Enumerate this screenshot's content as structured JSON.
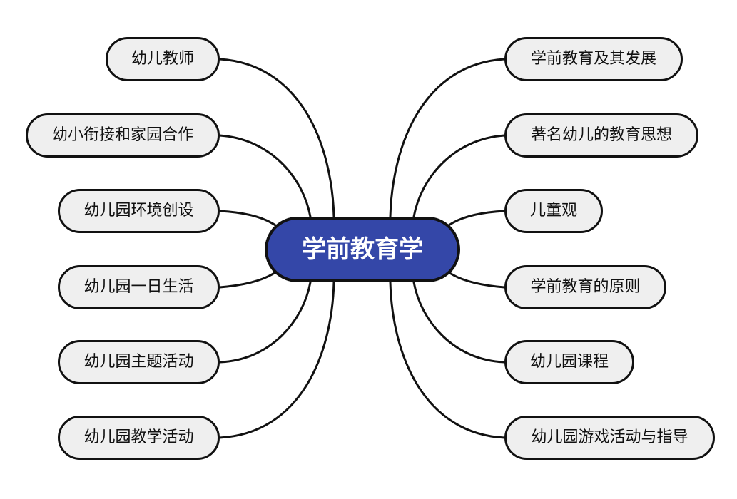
{
  "mindmap": {
    "root": "学前教育学",
    "left_topics": [
      "幼儿教师",
      "幼小衔接和家园合作",
      "幼儿园环境创设",
      "幼儿园一日生活",
      "幼儿园主题活动",
      "幼儿园教学活动"
    ],
    "right_topics": [
      "学前教育及其发展",
      "著名幼儿的教育思想",
      "儿童观",
      "学前教育的原则",
      "幼儿园课程",
      "幼儿园游戏活动与指导"
    ],
    "colors": {
      "root_fill": "#3447a8",
      "topic_fill": "#efefef",
      "outline": "#111111"
    }
  }
}
